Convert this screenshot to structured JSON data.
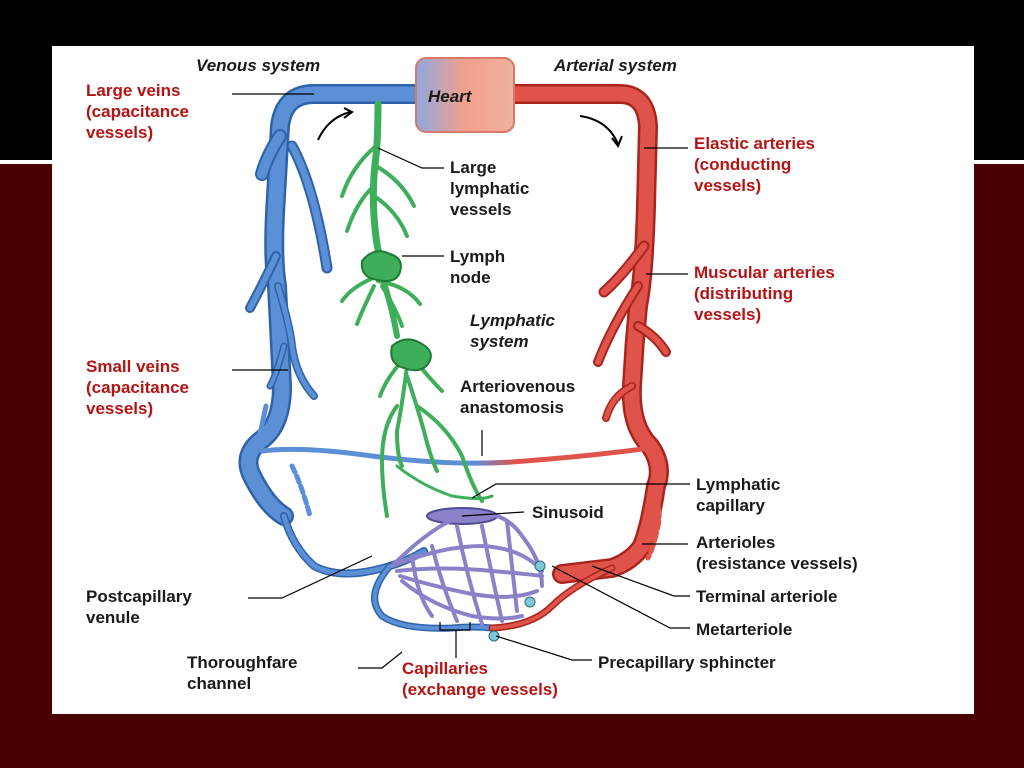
{
  "titles": {
    "venous": "Venous system",
    "arterial": "Arterial system",
    "heart": "Heart",
    "lymphatic": [
      "Lymphatic",
      "system"
    ]
  },
  "labels": {
    "large_veins": [
      "Large veins",
      "(capacitance",
      "vessels)"
    ],
    "elastic_arteries": [
      "Elastic arteries",
      "(conducting",
      "vessels)"
    ],
    "large_lymphatic": [
      "Large",
      "lymphatic",
      "vessels"
    ],
    "lymph_node": [
      "Lymph",
      "node"
    ],
    "muscular_arteries": [
      "Muscular arteries",
      "(distributing",
      "vessels)"
    ],
    "small_veins": [
      "Small veins",
      "(capacitance",
      "vessels)"
    ],
    "av_anastomosis": [
      "Arteriovenous",
      "anastomosis"
    ],
    "lymphatic_capillary": [
      "Lymphatic",
      "capillary"
    ],
    "sinusoid": "Sinusoid",
    "arterioles": [
      "Arterioles",
      "(resistance vessels)"
    ],
    "terminal_arteriole": "Terminal arteriole",
    "postcapillary_venule": [
      "Postcapillary",
      "venule"
    ],
    "metarteriole": "Metarteriole",
    "thoroughfare": [
      "Thoroughfare",
      "channel"
    ],
    "capillaries": [
      "Capillaries",
      "(exchange vessels)"
    ],
    "precapillary_sphincter": "Precapillary sphincter"
  },
  "colors": {
    "vein": "#5b8fd6",
    "vein_dark": "#2f63a8",
    "artery": "#e0534a",
    "artery_dark": "#a8241c",
    "lymph": "#3fae5a",
    "lymph_dark": "#1f7a36",
    "capillary": "#8a82c8",
    "capillary_dark": "#514b95",
    "heart": "#f2a08a",
    "label_red": "#b41414"
  }
}
